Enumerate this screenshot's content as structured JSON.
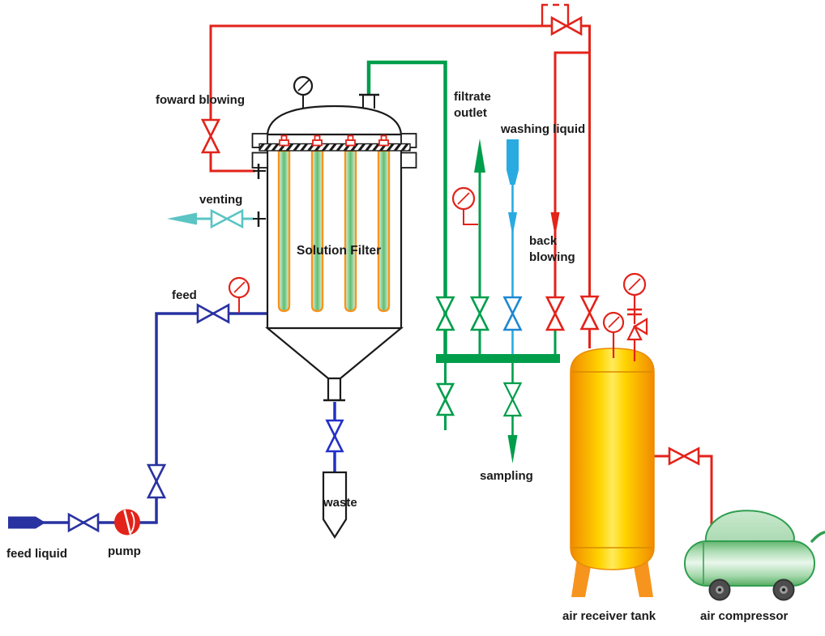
{
  "diagram": {
    "labels": {
      "forward_blowing": "foward blowing",
      "venting": "venting",
      "feed": "feed",
      "solution_filter": "Solution Filter",
      "filtrate_outlet_line1": "filtrate",
      "filtrate_outlet_line2": "outlet",
      "washing_liquid": "washing liquid",
      "back_blowing_line1": "back",
      "back_blowing_line2": "blowing",
      "feed_liquid": "feed liquid",
      "pump": "pump",
      "waste": "waste",
      "sampling": "sampling",
      "air_receiver_tank": "air receiver tank",
      "air_compressor": "air compressor"
    },
    "colors": {
      "red": "#E2231A",
      "green": "#009E4B",
      "cyan": "#5BC4C4",
      "navy": "#2832A0",
      "waste_blue": "#2230C8",
      "light_blue": "#29ABE2",
      "valve_blue": "#1E88D2",
      "orange": "#F7941D",
      "tank_yellow": "#FFE11A",
      "compressor_green": "#2F9E4F",
      "wheel_gray": "#4D4D4D",
      "black": "#1A1A1A"
    }
  }
}
